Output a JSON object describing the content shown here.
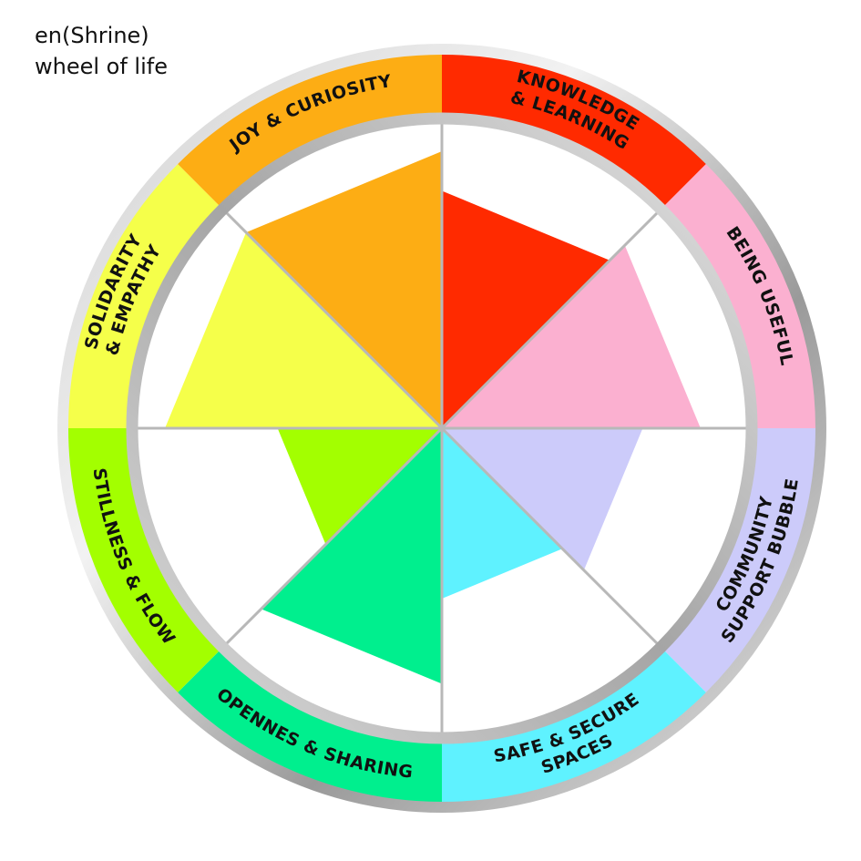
{
  "title": {
    "line1": "en(Shrine)",
    "line2": "wheel of life"
  },
  "segments": [
    {
      "id": "knowledge",
      "label_lines": [
        "KNOWLEDGE",
        "& LEARNING"
      ],
      "color": "#ff2a00",
      "level": 0.78
    },
    {
      "id": "useful",
      "label_lines": [
        "BEING USEFUL"
      ],
      "color": "#fbb0d0",
      "level": 0.85
    },
    {
      "id": "community",
      "label_lines": [
        "COMMUNITY",
        "SUPPORT BUBBLE"
      ],
      "color": "#cccbfa",
      "level": 0.66
    },
    {
      "id": "safe",
      "label_lines": [
        "SAFE & SECURE",
        "SPACES"
      ],
      "color": "#5ff2ff",
      "level": 0.56
    },
    {
      "id": "openness",
      "label_lines": [
        "OPENNES & SHARING"
      ],
      "color": "#00ef8e",
      "level": 0.84
    },
    {
      "id": "stillness",
      "label_lines": [
        "STILLNESS & FLOW"
      ],
      "color": "#a3ff00",
      "level": 0.54
    },
    {
      "id": "solidarity",
      "label_lines": [
        "SOLIDARITY",
        "& EMPATHY"
      ],
      "color": "#f5ff4a",
      "level": 0.91
    },
    {
      "id": "joy",
      "label_lines": [
        "JOY & CURIOSITY"
      ],
      "color": "#fdad14",
      "level": 0.91
    }
  ],
  "colors": {
    "rim_dark": "#8f8f8f",
    "rim_light": "#e2e2e2",
    "divider": "#b8b8b8",
    "background": "#ffffff"
  }
}
